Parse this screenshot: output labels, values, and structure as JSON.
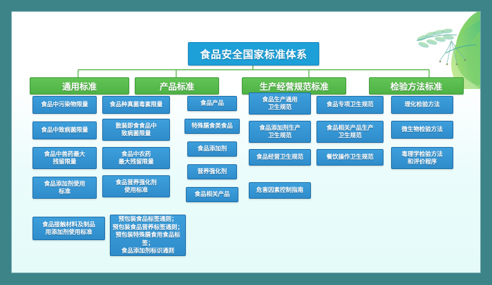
{
  "theme": {
    "frame_color": "#3d8489",
    "card_color": "#eafcfb",
    "root_color": "#1d9fd8",
    "category_color": "#52b749",
    "node_color": "#2f8ccb",
    "text_color": "#ffffff"
  },
  "diagram": {
    "type": "hierarchy-tree",
    "root": "食品安全国家标准体系",
    "categories": [
      {
        "label": "通用标准"
      },
      {
        "label": "产品标准"
      },
      {
        "label": "生产经营规范标准"
      },
      {
        "label": "检验方法标准"
      }
    ],
    "columns": [
      {
        "parent": "通用标准",
        "items": [
          "食品中污染物限量",
          "食品中致病菌限量",
          "食品中兽药最大\n残留限量",
          "食品添加剂使用\n标准"
        ]
      },
      {
        "parent": "通用标准",
        "items": [
          "食品种真菌毒素限量",
          "散装即食食品中\n致病菌限量",
          "食品中农药\n最大残留限量",
          "食品营养强化剂\n使用标准"
        ]
      },
      {
        "parent": "产品标准",
        "items": [
          "食品产品",
          "特殊膳食类食品",
          "食品添加剂",
          "营养强化剂",
          "食品相关产品"
        ]
      },
      {
        "parent": "生产经营规范标准",
        "items": [
          "食品生产通用\n卫生规范",
          "食品添加剂生产\n卫生规范",
          "食品经营卫生规范",
          "危害因素控制指南"
        ]
      },
      {
        "parent": "生产经营规范标准",
        "items": [
          "食品专项卫生规范",
          "食品相关产品生产\n卫生规范",
          "餐饮操作卫生规范"
        ]
      },
      {
        "parent": "检验方法标准",
        "items": [
          "理化检验方法",
          "微生物检验方法",
          "毒理学检验方法\n和评价程序"
        ]
      }
    ],
    "wide_nodes": [
      "食品接触材料及制品\n用添加剂使用标准",
      "预包装食品标签通则；\n预包装食品营养标签通则；\n预包装特殊膳食用食品标签；\n食品添加剂标识通则"
    ]
  }
}
